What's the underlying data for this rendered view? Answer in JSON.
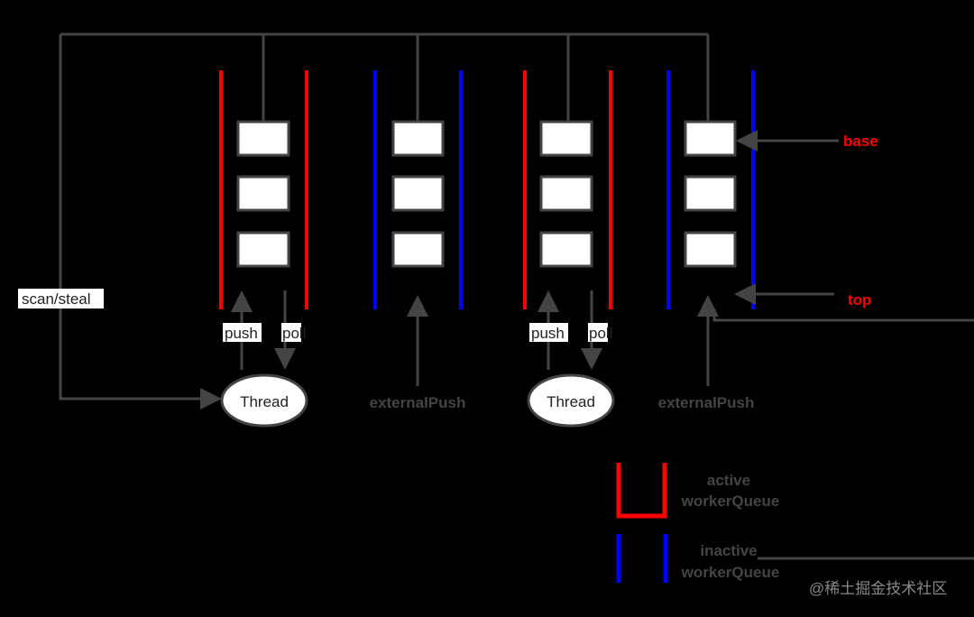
{
  "labels": {
    "scan_steal": "scan/steal",
    "push": "push",
    "poll": "poll",
    "thread": "Thread",
    "external_push": "externalPush",
    "base": "base",
    "top": "top"
  },
  "legend": {
    "active": [
      "active",
      "workerQueue"
    ],
    "inactive": [
      "inactive",
      "workerQueue"
    ]
  },
  "watermark": "@稀土掘金技术社区",
  "colors": {
    "active": "#ff0000",
    "inactive": "#0000ff",
    "line": "#444444"
  }
}
